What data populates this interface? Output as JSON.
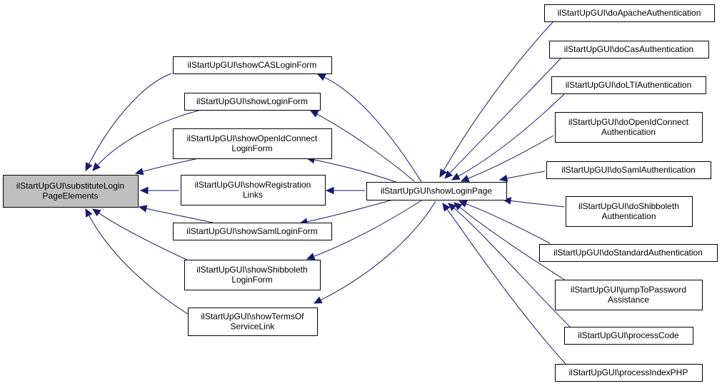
{
  "graph": {
    "nodes": [
      {
        "id": "root",
        "lines": [
          "ilStartUpGUI\\substituteLogin",
          "PageElements"
        ],
        "highlight": true
      },
      {
        "id": "cas_form",
        "lines": [
          "ilStartUpGUI\\showCASLoginForm"
        ]
      },
      {
        "id": "login_form",
        "lines": [
          "ilStartUpGUI\\showLoginForm"
        ]
      },
      {
        "id": "openid_form",
        "lines": [
          "ilStartUpGUI\\showOpenIdConnect",
          "LoginForm"
        ]
      },
      {
        "id": "registration",
        "lines": [
          "ilStartUpGUI\\showRegistration",
          "Links"
        ]
      },
      {
        "id": "saml_form",
        "lines": [
          "ilStartUpGUI\\showSamlLoginForm"
        ]
      },
      {
        "id": "shibboleth_form",
        "lines": [
          "ilStartUpGUI\\showShibboleth",
          "LoginForm"
        ]
      },
      {
        "id": "terms",
        "lines": [
          "ilStartUpGUI\\showTermsOf",
          "ServiceLink"
        ]
      },
      {
        "id": "login_page",
        "lines": [
          "ilStartUpGUI\\showLoginPage"
        ]
      },
      {
        "id": "apache_auth",
        "lines": [
          "ilStartUpGUI\\doApacheAuthentication"
        ]
      },
      {
        "id": "cas_auth",
        "lines": [
          "ilStartUpGUI\\doCasAuthentication"
        ]
      },
      {
        "id": "lti_auth",
        "lines": [
          "ilStartUpGUI\\doLTIAuthentication"
        ]
      },
      {
        "id": "openid_auth",
        "lines": [
          "ilStartUpGUI\\doOpenIdConnect",
          "Authentication"
        ]
      },
      {
        "id": "saml_auth",
        "lines": [
          "ilStartUpGUI\\doSamlAuthentication"
        ]
      },
      {
        "id": "shibboleth_auth",
        "lines": [
          "ilStartUpGUI\\doShibboleth",
          "Authentication"
        ]
      },
      {
        "id": "standard_auth",
        "lines": [
          "ilStartUpGUI\\doStandardAuthentication"
        ]
      },
      {
        "id": "jump_password",
        "lines": [
          "ilStartUpGUI\\jumpToPassword",
          "Assistance"
        ]
      },
      {
        "id": "process_code",
        "lines": [
          "ilStartUpGUI\\processCode"
        ]
      },
      {
        "id": "process_index",
        "lines": [
          "ilStartUpGUI\\processIndexPHP"
        ]
      }
    ],
    "edges": [
      {
        "from": "cas_form",
        "to": "root"
      },
      {
        "from": "login_form",
        "to": "root"
      },
      {
        "from": "openid_form",
        "to": "root"
      },
      {
        "from": "registration",
        "to": "root"
      },
      {
        "from": "saml_form",
        "to": "root"
      },
      {
        "from": "shibboleth_form",
        "to": "root"
      },
      {
        "from": "terms",
        "to": "root"
      },
      {
        "from": "login_page",
        "to": "cas_form"
      },
      {
        "from": "login_page",
        "to": "login_form"
      },
      {
        "from": "login_page",
        "to": "openid_form"
      },
      {
        "from": "login_page",
        "to": "registration"
      },
      {
        "from": "login_page",
        "to": "saml_form"
      },
      {
        "from": "login_page",
        "to": "shibboleth_form"
      },
      {
        "from": "login_page",
        "to": "terms"
      },
      {
        "from": "apache_auth",
        "to": "login_page"
      },
      {
        "from": "cas_auth",
        "to": "login_page"
      },
      {
        "from": "lti_auth",
        "to": "login_page"
      },
      {
        "from": "openid_auth",
        "to": "login_page"
      },
      {
        "from": "saml_auth",
        "to": "login_page"
      },
      {
        "from": "shibboleth_auth",
        "to": "login_page"
      },
      {
        "from": "standard_auth",
        "to": "login_page"
      },
      {
        "from": "jump_password",
        "to": "login_page"
      },
      {
        "from": "process_code",
        "to": "login_page"
      },
      {
        "from": "process_index",
        "to": "login_page"
      }
    ],
    "colors": {
      "edge": "#191970",
      "root_fill": "#bfbfbf",
      "node_fill": "#ffffff",
      "border": "#000000"
    }
  }
}
